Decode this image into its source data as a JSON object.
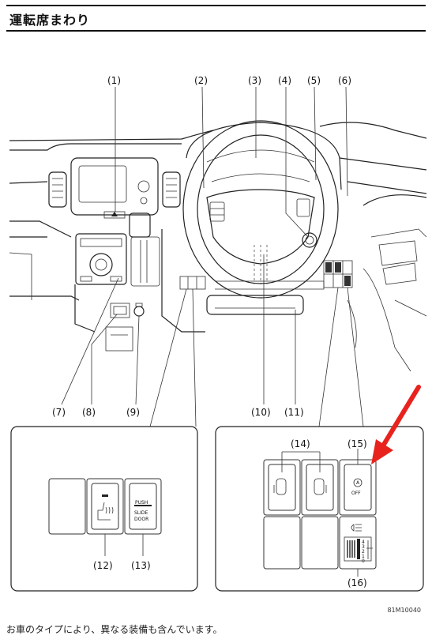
{
  "header": {
    "title": "運転席まわり"
  },
  "callouts": {
    "c1": "(1)",
    "c2": "(2)",
    "c3": "(3)",
    "c4": "(4)",
    "c5": "(5)",
    "c6": "(6)",
    "c7": "(7)",
    "c8": "(8)",
    "c9": "(9)",
    "c10": "(10)",
    "c11": "(11)",
    "c12": "(12)",
    "c13": "(13)",
    "c14": "(14)",
    "c15": "(15)",
    "c16": "(16)"
  },
  "switches": {
    "slide_door_push": "PUSH",
    "slide_door_l1": "SLIDE",
    "slide_door_l2": "DOOR",
    "auto_a": "A",
    "auto_off": "OFF",
    "level_4": "4",
    "level_3": "3",
    "level_2": "2",
    "level_1": "1",
    "level_0": "0"
  },
  "figure_code": "81M10040",
  "footnote": "お車のタイプにより、異なる装備も含んでいます。",
  "colors": {
    "arrow": "#e8231e",
    "line": "#222222"
  }
}
